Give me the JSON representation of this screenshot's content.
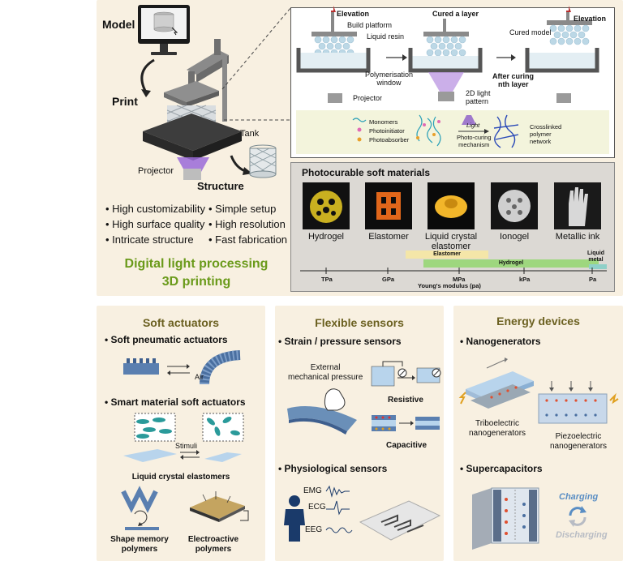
{
  "top": {
    "model_label": "Model",
    "print_label": "Print",
    "structure_label": "Structure",
    "tank_label": "Tank",
    "projector_label": "Projector",
    "features": [
      "• High customizability",
      "• Simple setup",
      "• High surface quality",
      "• High resolution",
      "• Intricate structure",
      "• Fast fabrication"
    ],
    "title_line1": "Digital light processing",
    "title_line2": "3D printing"
  },
  "process": {
    "elevation_left": "Elevation",
    "build_platform": "Build platform",
    "liquid_resin": "Liquid resin",
    "polymerisation_window": "Polymerisation\nwindow",
    "projector": "Projector",
    "cured_layer": "Cured a layer",
    "light_pattern": "2D light\npattern",
    "after_curing": "After curing",
    "nth_layer": "nth layer",
    "elevation_right": "Elevation",
    "cured_model": "Cured model",
    "monomers": "Monomers",
    "photoinitiator": "Photoinitiator",
    "photoabsorber": "Photoabsorber",
    "light": "Light",
    "photo_curing": "Photo-curing\nmechanism",
    "crosslinked": "Crosslinked\npolymer\nnetwork"
  },
  "materials": {
    "title": "Photocurable soft materials",
    "items": [
      "Hydrogel",
      "Elastomer",
      "Liquid crystal\nelastomer",
      "Ionogel",
      "Metallic ink"
    ],
    "bar_elastomer": "Elastomer",
    "bar_hydrogel": "Hydrogel",
    "bar_liquid_metal": "Liquid\nmetal",
    "ticks": [
      "TPa",
      "GPa",
      "MPa",
      "kPa",
      "Pa"
    ],
    "axis_label": "Young's modulus (pa)"
  },
  "actuators": {
    "title": "Soft actuators",
    "sub1": "• Soft pneumatic actuators",
    "air": "Air",
    "sub2": "• Smart material soft actuators",
    "stimuli": "Stimuli",
    "lce": "Liquid crystal elastomers",
    "smp": "Shape memory\npolymers",
    "eap": "Electroactive\npolymers"
  },
  "sensors": {
    "title": "Flexible sensors",
    "sub1": "• Strain / pressure sensors",
    "external": "External\nmechanical pressure",
    "resistive": "Resistive",
    "capacitive": "Capacitive",
    "sub2": "• Physiological sensors",
    "emg": "EMG",
    "ecg": "ECG",
    "eeg": "EEG"
  },
  "energy": {
    "title": "Energy devices",
    "sub1": "• Nanogenerators",
    "tribo": "Triboelectric\nnanogenerators",
    "piezo": "Piezoelectric\nnanogenerators",
    "sub2": "• Supercapacitors",
    "charging": "Charging",
    "discharging": "Discharging"
  },
  "colors": {
    "panel_bg": "#f8f0e1",
    "green_title": "#6a9a1a",
    "olive_title": "#6b6020",
    "materials_bg": "#dcd9d4",
    "charging": "#5a8ec4",
    "discharging": "#b8bcc4"
  }
}
